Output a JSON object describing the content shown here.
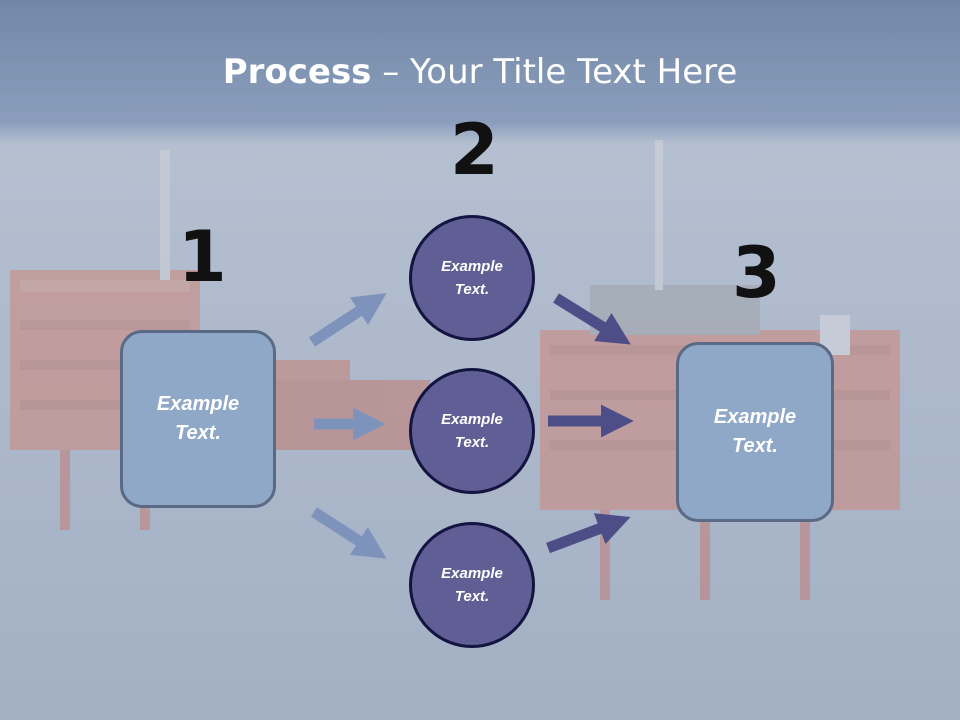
{
  "slide": {
    "title_bold": "Process",
    "title_rest": " – Your Title Text Here"
  },
  "steps": {
    "step1": {
      "number": "1",
      "box_text": "Example Text."
    },
    "step2": {
      "number": "2",
      "circles": [
        "Example Text.",
        "Example Text.",
        "Example Text."
      ]
    },
    "step3": {
      "number": "3",
      "box_text": "Example Text."
    }
  },
  "colors": {
    "box_fill": "#8fa8c8",
    "circle_fill": "#5f5f95",
    "arrow_light": "#7d93bb",
    "arrow_dark": "#5a5a94",
    "sea": "#a9b6c9",
    "header_band": "#6f86a8"
  }
}
